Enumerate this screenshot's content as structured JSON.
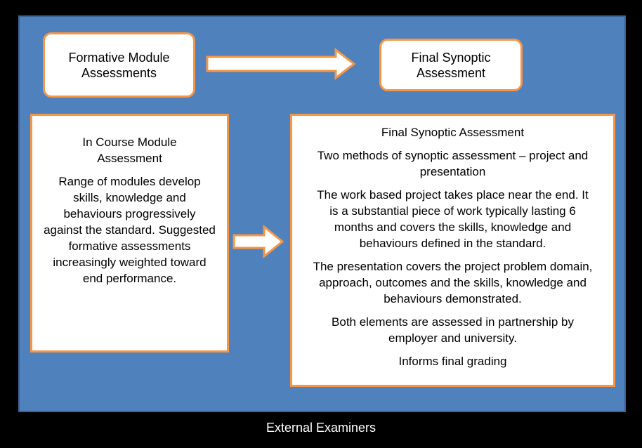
{
  "top": {
    "left_title": "Formative Module Assessments",
    "right_title": "Final Synoptic Assessment"
  },
  "left_box": {
    "heading": "In Course Module Assessment",
    "body": "Range of modules develop skills, knowledge and behaviours progressively against the standard. Suggested formative assessments increasingly weighted toward end performance."
  },
  "right_box": {
    "heading": "Final Synoptic Assessment",
    "para1": "Two methods of synoptic assessment – project and presentation",
    "para2": "The work based project takes place near the end. It is a substantial piece of work typically lasting 6 months and covers the skills, knowledge and behaviours defined in the standard.",
    "para3": "The presentation covers the project problem domain, approach, outcomes and the skills, knowledge and behaviours demonstrated.",
    "para4": "Both elements are assessed in partnership by employer and university.",
    "para5": "Informs final grading"
  },
  "footer": {
    "label": "External Examiners"
  },
  "colors": {
    "background": "#4f81bd",
    "frame": "#000000",
    "accent": "#f79646",
    "box_fill": "#ffffff"
  }
}
